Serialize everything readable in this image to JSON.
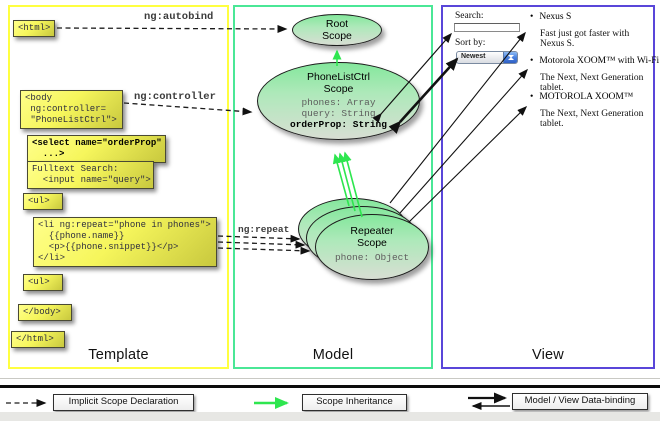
{
  "colors": {
    "template_border": "#ffff40",
    "model_border": "#4ae796",
    "view_border": "#5946d9",
    "box_yellow_light": "#ffff8a",
    "box_yellow_dark": "#c8c83e",
    "scope_green": "#84e79c",
    "arrow_green": "#2ee64f",
    "arrow_black": "#111111"
  },
  "columns": {
    "template": "Template",
    "model": "Model",
    "view": "View"
  },
  "directives": {
    "autobind": "ng:autobind",
    "controller": "ng:controller",
    "repeat": "ng:repeat"
  },
  "template": {
    "boxes": {
      "html_open": {
        "lines": [
          "<html>"
        ]
      },
      "body_open": {
        "lines": [
          "<body",
          " ng:controller=",
          " \"PhoneListCtrl\">"
        ]
      },
      "select": {
        "lines": [
          "<select name=\"orderProp\"",
          "  ...>"
        ]
      },
      "fulltext": {
        "lines": [
          "Fulltext Search:",
          "  <input name=\"query\">"
        ]
      },
      "ul_open": {
        "lines": [
          "<ul>"
        ]
      },
      "li_repeat": {
        "lines": [
          "<li ng:repeat=\"phone in phones\">",
          "  {{phone.name}}",
          "  <p>{{phone.snippet}}</p>",
          "</li>"
        ]
      },
      "ul_close": {
        "lines": [
          "<ul>"
        ]
      },
      "body_close": {
        "lines": [
          "</body>"
        ]
      },
      "html_close": {
        "lines": [
          "</html>"
        ]
      }
    }
  },
  "model": {
    "root_scope": {
      "title_line1": "Root",
      "title_line2": "Scope"
    },
    "phonelist_scope": {
      "title_line1": "PhoneListCtrl",
      "title_line2": "Scope",
      "prop1": "phones: Array",
      "prop2": "query: String",
      "prop_bold": "orderProp: String"
    },
    "repeater_scope": {
      "title_line1": "Repeater",
      "title_line2": "Scope",
      "prop": "phone: Object"
    }
  },
  "view": {
    "search_label": "Search:",
    "search_value": "",
    "sort_label": "Sort by:",
    "sort_value": "Newest",
    "items": [
      {
        "name": "Nexus S",
        "snippet": "Fast just got faster with Nexus S."
      },
      {
        "name": "Motorola XOOM™ with Wi-Fi",
        "snippet": "The Next, Next Generation tablet."
      },
      {
        "name": "MOTOROLA XOOM™",
        "snippet": "The Next, Next Generation tablet."
      }
    ]
  },
  "legend": {
    "implicit": "Implicit Scope Declaration",
    "inheritance": "Scope Inheritance",
    "binding": "Model / View Data-binding"
  }
}
